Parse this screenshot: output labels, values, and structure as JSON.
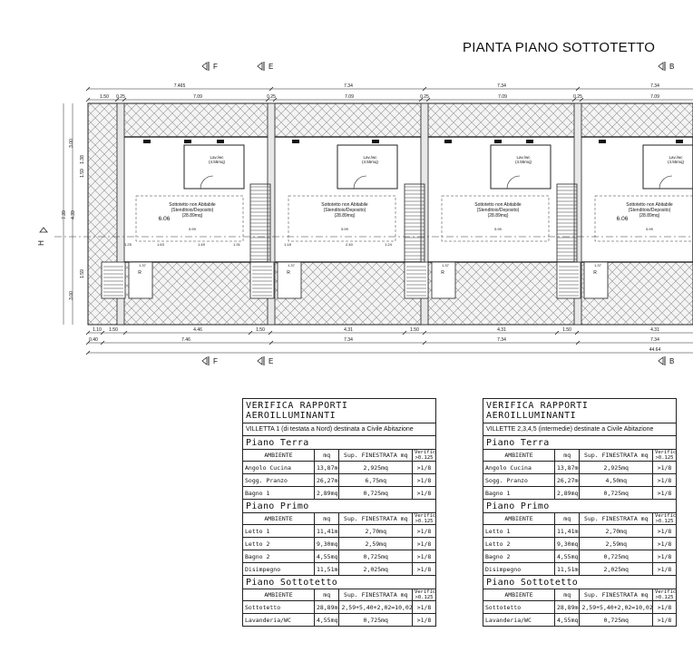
{
  "plan": {
    "title": "PIANTA PIANO SOTTOTETTO",
    "section_marks_top": [
      "F",
      "E",
      "B"
    ],
    "section_marks_bottom": [
      "F",
      "E",
      "B"
    ],
    "side_mark": "H",
    "dims_top_1": [
      "7.465",
      "7.34",
      "7.34",
      "7.34"
    ],
    "dims_top_2": [
      "1.50",
      "0.25",
      "7.09",
      "0.25",
      "7.09",
      "0.25",
      "7.09",
      "0.25",
      "7.09"
    ],
    "dims_left": [
      "3.00",
      "1.38",
      "1.59",
      "7.39",
      "4.39",
      "1.59",
      "3.00"
    ],
    "dims_bottom_1": [
      "1.10",
      "1.50",
      "4.46",
      "1.50",
      "4.31",
      "1.50",
      "4.31",
      "1.50",
      "4.31"
    ],
    "dims_bottom_2": [
      "0.40",
      "7.46",
      "7.34",
      "7.34",
      "7.34"
    ],
    "dims_total": "44.64",
    "room_label_1": "Sottotetto non Abitabile",
    "room_label_2": "(Stenditoio/Deposito)",
    "room_area": "(28.89mq)",
    "wc_label_1": "Lav./wc",
    "wc_label_2": "(4.55mq)",
    "level": "6.06",
    "inner_dims": [
      "1.25",
      "1.63",
      "1.49",
      "1.31",
      "1.18",
      "2.40",
      "1.24",
      "5.99"
    ],
    "stair_label": "R",
    "stair_dims": [
      "1.37",
      "1.25"
    ]
  },
  "tables": [
    {
      "title": "VERIFICA RAPPORTI AEROILLUMINANTI",
      "subtitle": "VILLETTA 1 (di testata a Nord) destinata a Civile Abitazione",
      "headers": [
        "AMBIENTE",
        "mq",
        "Sup. FINESTRATA mq",
        "Verifica >0.125"
      ],
      "sections": [
        {
          "name": "Piano Terra",
          "rows": [
            [
              "Angolo Cucina",
              "13,87mq",
              "2,925mq",
              ">1/8"
            ],
            [
              "Sogg. Pranzo",
              "26,27mq",
              "6,75mq",
              ">1/8"
            ],
            [
              "Bagno 1",
              "2,89mq",
              "0,725mq",
              ">1/8"
            ]
          ]
        },
        {
          "name": "Piano Primo",
          "rows": [
            [
              "Letto 1",
              "11,41mq",
              "2,70mq",
              ">1/8"
            ],
            [
              "Letto 2",
              "9,30mq",
              "2,59mq",
              ">1/8"
            ],
            [
              "Bagno 2",
              "4,55mq",
              "0,725mq",
              ">1/8"
            ],
            [
              "Disimpegno",
              "11,51mq",
              "2,025mq",
              ">1/8"
            ]
          ]
        },
        {
          "name": "Piano Sottotetto",
          "rows": [
            [
              "Sottotetto",
              "28,89mq",
              "2,59+5,40+2,02=10,02mq",
              ">1/8"
            ],
            [
              "Lavanderia/WC",
              "4,55mq",
              "0,725mq",
              ">1/8"
            ]
          ]
        }
      ]
    },
    {
      "title": "VERIFICA RAPPORTI AEROILLUMINANTI",
      "subtitle": "VILLETTE 2,3,4,5 (intermedie) destinate a Civile Abitazione",
      "headers": [
        "AMBIENTE",
        "mq",
        "Sup. FINESTRATA mq",
        "Verifica >0.125"
      ],
      "sections": [
        {
          "name": "Piano Terra",
          "rows": [
            [
              "Angolo Cucina",
              "13,87mq",
              "2,925mq",
              ">1/8"
            ],
            [
              "Sogg. Pranzo",
              "26,27mq",
              "4,50mq",
              ">1/8"
            ],
            [
              "Bagno 1",
              "2,89mq",
              "0,725mq",
              ">1/8"
            ]
          ]
        },
        {
          "name": "Piano Primo",
          "rows": [
            [
              "Letto 1",
              "11,41mq",
              "2,70mq",
              ">1/8"
            ],
            [
              "Letto 2",
              "9,30mq",
              "2,59mq",
              ">1/8"
            ],
            [
              "Bagno 2",
              "4,55mq",
              "0,725mq",
              ">1/8"
            ],
            [
              "Disimpegno",
              "11,51mq",
              "2,025mq",
              ">1/8"
            ]
          ]
        },
        {
          "name": "Piano Sottotetto",
          "rows": [
            [
              "Sottotetto",
              "28,89mq",
              "2,59+5,40+2,02=10,02mq",
              ">1/8"
            ],
            [
              "Lavanderia/WC",
              "4,55mq",
              "0,725mq",
              ">1/8"
            ]
          ]
        }
      ]
    }
  ]
}
